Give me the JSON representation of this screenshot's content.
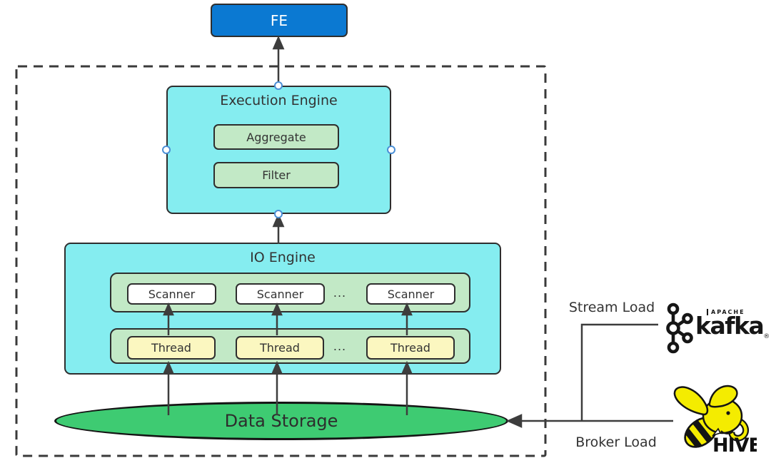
{
  "diagram": {
    "fe": {
      "label": "FE"
    },
    "execution_engine": {
      "title": "Execution Engine",
      "operators": [
        "Aggregate",
        "Filter"
      ]
    },
    "io_engine": {
      "title": "IO Engine",
      "scanners": [
        "Scanner",
        "Scanner",
        "Scanner"
      ],
      "threads": [
        "Thread",
        "Thread",
        "Thread"
      ],
      "ellipsis": "..."
    },
    "data_storage": {
      "label": "Data Storage"
    },
    "load_labels": {
      "stream": "Stream Load",
      "broker": "Broker Load"
    },
    "kafka": {
      "apache": "APACHE",
      "name": "kafka",
      "registered": "®"
    },
    "hive": {
      "name": "HIVE"
    },
    "icons": {
      "kafka": "kafka-logo",
      "hive": "hive-mascot-logo"
    }
  },
  "colors": {
    "fe-blue": "#0b79d2",
    "cyan": "#85edf0",
    "panel-green": "#c2e9c6",
    "box-yellow": "#fbf7c0",
    "storage-green": "#3ecb72",
    "line": "#3d3d3d",
    "ink": "#333333",
    "handle-blue": "#4b8fd6",
    "border-dark": "#2e2e2e"
  }
}
